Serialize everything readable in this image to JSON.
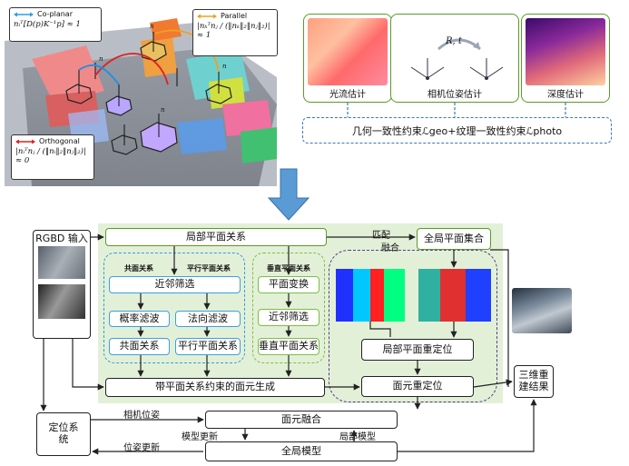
{
  "top_left": {
    "coplanar_title": "Co-planar",
    "coplanar_formula": "nᵢᵀ[D(p)K⁻¹p] ≈ 1",
    "parallel_title": "Parallel",
    "parallel_formula": "|nₖᵀnⱼ / (‖nₖ‖₂‖nⱼ‖₂)| ≈ 1",
    "orthogonal_title": "Orthogonal",
    "orthogonal_formula": "|nᵢᵀnⱼ / (‖nᵢ‖₂‖nⱼ‖₂)| ≈ 0"
  },
  "top_right": {
    "optical_flow": "光流估计",
    "camera_pose": "相机位姿估计",
    "depth": "深度估计",
    "rt": "R, t",
    "constraint": "几何一致性约束ℒgeo+纹理一致性约束ℒphoto"
  },
  "pipeline": {
    "rgbd_input": "RGBD 输入",
    "local_plane_relation": "局部平面关系",
    "match": "匹配",
    "fuse": "融合",
    "global_plane_set": "全局平面集合",
    "coplanar_relation_title": "共面关系",
    "parallel_relation_title": "平行平面关系",
    "perpendicular_relation_title": "垂直平面关系",
    "neighbor_filter": "近邻筛选",
    "probability_filter": "概率滤波",
    "normal_filter": "法向滤波",
    "coplanar_relation": "共面关系",
    "parallel_relation": "平行平面关系",
    "plane_transform": "平面变换",
    "neighbor_filter_2": "近邻筛选",
    "perpendicular_relation": "垂直平面关系",
    "local_plane_relocate": "局部平面重定位",
    "surfel_generation": "带平面关系约束的面元生成",
    "surfel_relocate": "面元重定位",
    "reconstruction_result": "三维重建结果",
    "localization_system": "定位系统",
    "camera_pose_label": "相机位姿",
    "surfel_fusion": "面元融合",
    "model_update": "模型更新",
    "local_model": "局部模型",
    "pose_update": "位姿更新",
    "global_model": "全局模型"
  },
  "colors": {
    "green_panel": "#e3f0d8",
    "blue_dashed": "#2aa0dd",
    "light_green_dashed": "#7cc040",
    "purple_dashed": "#5a3a8a",
    "big_arrow": "#5b9bd5",
    "top_right_dashed": "#3a78b8"
  }
}
